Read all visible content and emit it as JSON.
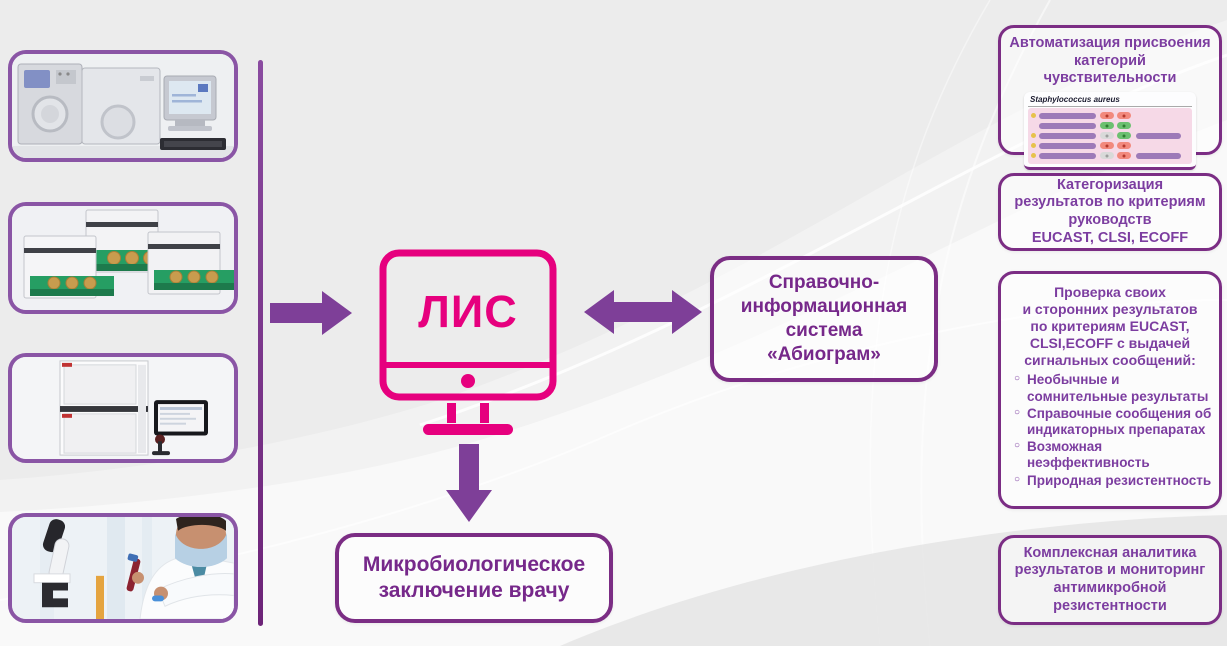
{
  "colors": {
    "accent_purple": "#7b2d84",
    "arrow_purple": "#7e3f98",
    "center_text_purple": "#76288a",
    "right_text_purple": "#7c3da0",
    "lis_pink": "#e6007e",
    "photo_border_purple": "#8a55a5",
    "bar_purple": "#9d7ab8",
    "pill_red": "#f2897d",
    "pill_green": "#6cc070",
    "pill_gray": "#d9d9d9",
    "dot_yellow": "#e6c24a",
    "table_pink": "#f6d9e7",
    "background_gray": "#ececec"
  },
  "left_panel": {
    "photos": [
      {
        "name": "microbiology-analyzer-with-computer"
      },
      {
        "name": "incubators-with-petri-dish-drawers"
      },
      {
        "name": "automated-incubator-with-touchscreen"
      },
      {
        "name": "lab-technician-with-microscope"
      }
    ]
  },
  "diagram": {
    "lis_label": "ЛИС",
    "abiogram_box": "Справочно-\nинформационная\nсистема\n«Абиограм»",
    "conclusion_box": "Микробиологическое\nзаключение врачу"
  },
  "right_boxes": {
    "box1": {
      "title": "Автоматизация присвоения\nкатегорий\nчувствительности",
      "table": {
        "header": "Staphylococcus aureus",
        "rows": [
          {
            "dot": true,
            "pills": [
              "red",
              "red"
            ],
            "extra": false
          },
          {
            "dot": false,
            "pills": [
              "green",
              "green"
            ],
            "extra": false
          },
          {
            "dot": true,
            "pills": [
              "gray",
              "green"
            ],
            "extra": true
          },
          {
            "dot": true,
            "pills": [
              "red",
              "red"
            ],
            "extra": false
          },
          {
            "dot": true,
            "pills": [
              "gray",
              "red"
            ],
            "extra": true
          }
        ]
      }
    },
    "box2": {
      "text": "Категоризация\nрезультатов по критериям\nруководств\nEUCAST, CLSI, ECOFF"
    },
    "box3": {
      "intro": "Проверка своих\nи сторонних результатов\nпо критериям EUCAST,\nCLSI,ECOFF с выдачей\nсигнальных сообщений:",
      "bullets": [
        "Необычные и\nсомнительные результаты",
        "Справочные сообщения об\nиндикаторных препаратах",
        "Возможная\nнеэффективность",
        "Природная резистентность"
      ]
    },
    "box4": {
      "text": "Комплексная аналитика\nрезультатов и мониторинг\nантимикробной\nрезистентности"
    }
  }
}
